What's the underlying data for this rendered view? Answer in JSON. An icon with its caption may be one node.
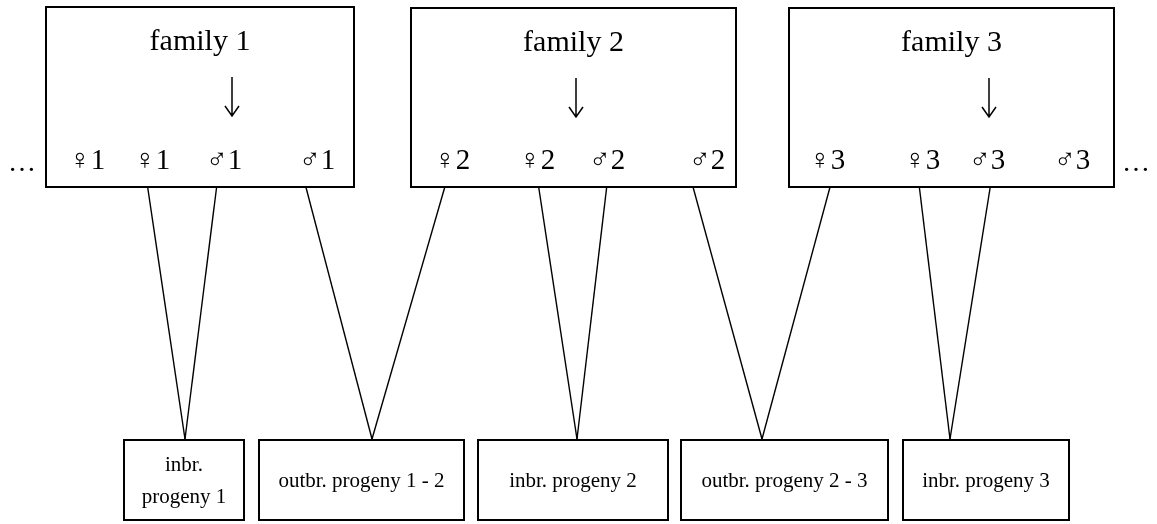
{
  "diagram": {
    "nodes": [
      {
        "text": [
          "family 1"
        ]
      },
      {
        "text": [
          "♀1"
        ],
        "in": 0
      },
      {
        "text": [
          "♀1"
        ],
        "in": 0
      },
      {
        "text": [
          "♂1"
        ],
        "in": 0
      },
      {
        "text": [
          "♂1"
        ],
        "in": 0
      },
      {
        "text": [
          "family 2"
        ]
      },
      {
        "text": [
          "♀2"
        ],
        "in": 5
      },
      {
        "text": [
          "♀2"
        ],
        "in": 5
      },
      {
        "text": [
          "♂2"
        ],
        "in": 5
      },
      {
        "text": [
          "♂2"
        ],
        "in": 5
      },
      {
        "text": [
          "family 3"
        ]
      },
      {
        "text": [
          "♀3"
        ],
        "in": 10
      },
      {
        "text": [
          "♀3"
        ],
        "in": 10
      },
      {
        "text": [
          "♂3"
        ],
        "in": 10
      },
      {
        "text": [
          "♂3"
        ],
        "in": 10
      },
      {
        "text": [
          "inbr. progeny 1"
        ]
      },
      {
        "text": [
          "outbr. progeny 1 - 2"
        ]
      },
      {
        "text": [
          "inbr. progeny 2"
        ]
      },
      {
        "text": [
          "outbr. progeny 2 - 3"
        ]
      },
      {
        "text": [
          "inbr. progeny 3"
        ]
      }
    ],
    "edges": [
      {
        "from": 2,
        "to": 15,
        "arrow": "none"
      },
      {
        "from": 3,
        "to": 15,
        "arrow": "none"
      },
      {
        "from": 4,
        "to": 16,
        "arrow": "none"
      },
      {
        "from": 6,
        "to": 16,
        "arrow": "none"
      },
      {
        "from": 7,
        "to": 17,
        "arrow": "none"
      },
      {
        "from": 8,
        "to": 17,
        "arrow": "none"
      },
      {
        "from": 9,
        "to": 18,
        "arrow": "none"
      },
      {
        "from": 11,
        "to": 18,
        "arrow": "none"
      },
      {
        "from": 12,
        "to": 19,
        "arrow": "none"
      },
      {
        "from": 13,
        "to": 19,
        "arrow": "none"
      }
    ],
    "labels": [
      "…",
      "…"
    ]
  }
}
